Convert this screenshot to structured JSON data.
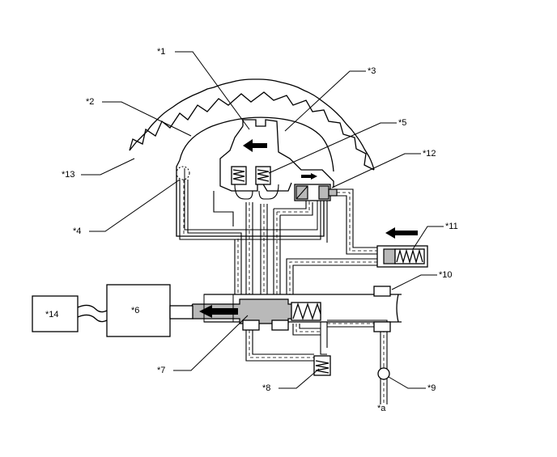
{
  "labels": {
    "l1": "*1",
    "l2": "*2",
    "l3": "*3",
    "l4": "*4",
    "l5": "*5",
    "l6": "*6",
    "l7": "*7",
    "l8": "*8",
    "l9": "*9",
    "l10": "*10",
    "l11": "*11",
    "l12": "*12",
    "l13": "*13",
    "l14": "*14",
    "la": "*a"
  }
}
